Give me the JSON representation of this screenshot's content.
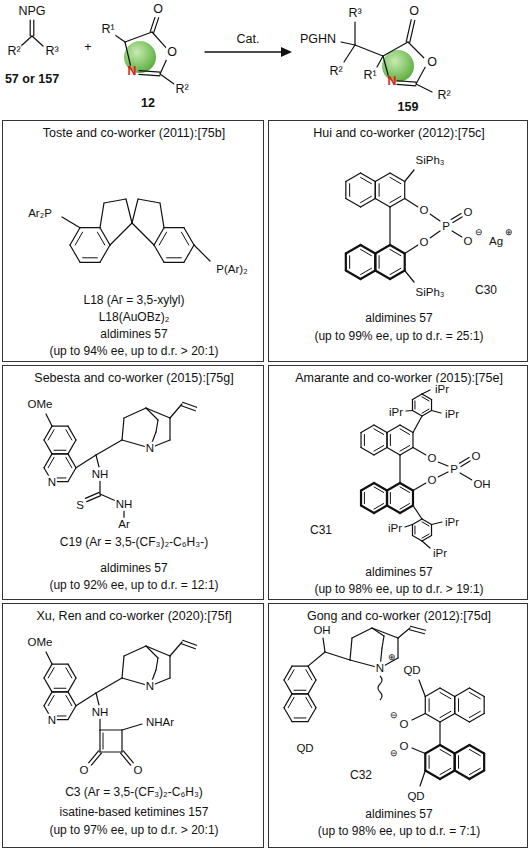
{
  "diagram": {
    "nodes": [
      {
        "text": [
          "Toste and co-worker (2011):[75b]",
          "L18 (Ar = 3,5-xylyl)",
          "L18(AuOBz)₂",
          "aldimines 57",
          "(up to 94% ee, up to d.r. > 20:1)"
        ]
      },
      {
        "text": [
          "Hui and co-worker (2012):[75c]",
          "C30",
          "aldimines 57",
          "(up to 99% ee, up to d.r. = 25:1)"
        ]
      },
      {
        "text": [
          "Sebesta and co-worker (2015):[75g]",
          "C19 (Ar = 3,5-(CF₃)₂-C₆H₃-)",
          "aldimines 57",
          "(up to 92% ee, up to d.r. = 12:1)"
        ]
      },
      {
        "text": [
          "Amarante and co-worker (2015):[75e]",
          "C31",
          "aldimines 57",
          "(up to 98% ee, up to d.r. > 19:1)"
        ]
      },
      {
        "text": [
          "Xu, Ren and co-worker (2020):[75f]",
          "C3 (Ar = 3,5-(CF₃)₂-C₆H₃)",
          "isatine-based ketimines 157",
          "(up to 97% ee, up to d.r. > 20:1)"
        ]
      },
      {
        "text": [
          "Gong and co-worker (2012):[75d]",
          "C32",
          "aldimines 57",
          "(up to 98% ee, up to d.r. = 7:1)"
        ]
      }
    ],
    "labels": [
      "NPG",
      "R²",
      "R³",
      "57 or 157",
      "+",
      "R¹",
      "O",
      "O",
      "N",
      "R²",
      "12",
      "Cat.",
      "PGHN",
      "R³",
      "R²",
      "R¹",
      "O",
      "O",
      "N",
      "R²",
      "159",
      "Ar₂P",
      "P(Ar)₂",
      "SiPh₃",
      "O",
      "P",
      "O",
      "O",
      "⊖",
      "Ag",
      "⊕",
      "O",
      "SiPh₃",
      "OMe",
      "N",
      "N",
      "NH",
      "S",
      "NH",
      "Ar",
      "iPr",
      "iPr",
      "iPr",
      "O",
      "P",
      "O",
      "OH",
      "O",
      "iPr",
      "iPr",
      "iPr",
      "OMe",
      "N",
      "N",
      "NH",
      "O",
      "O",
      "NHAr",
      "OH",
      "N",
      "⊕",
      "QD",
      "QD",
      "O",
      "⊖",
      "O",
      "⊖",
      "QD"
    ]
  }
}
